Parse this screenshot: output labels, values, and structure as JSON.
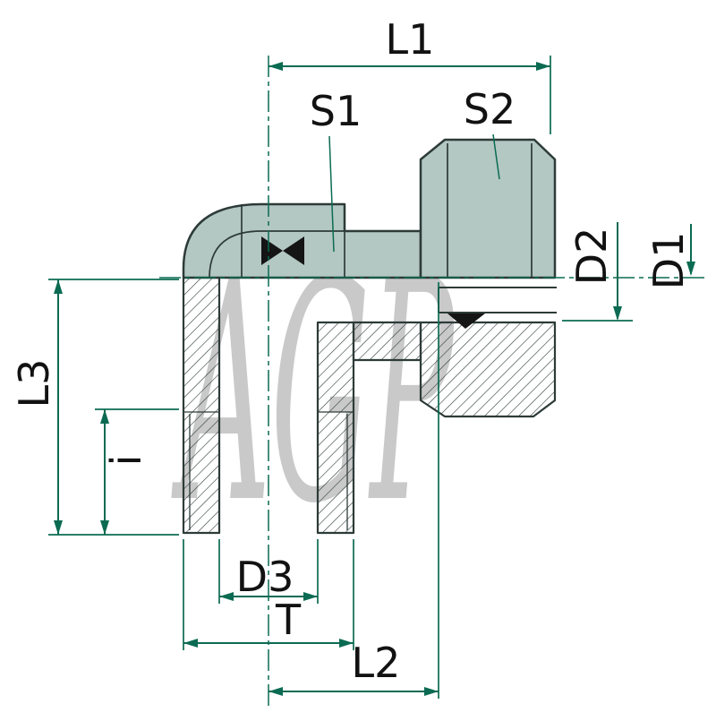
{
  "watermark": {
    "text": "AGP"
  },
  "labels": {
    "l1": "L1",
    "s1": "S1",
    "s2": "S2",
    "d2": "D2",
    "d1": "D1",
    "l3": "L3",
    "i": "i",
    "d3": "D3",
    "t": "T",
    "l2": "L2"
  },
  "colors": {
    "body-fill": "#b3c7c3",
    "line": "#2d3b38",
    "dim": "#0b6b52",
    "text": "#121212",
    "watermark": "#c9c9c9"
  }
}
